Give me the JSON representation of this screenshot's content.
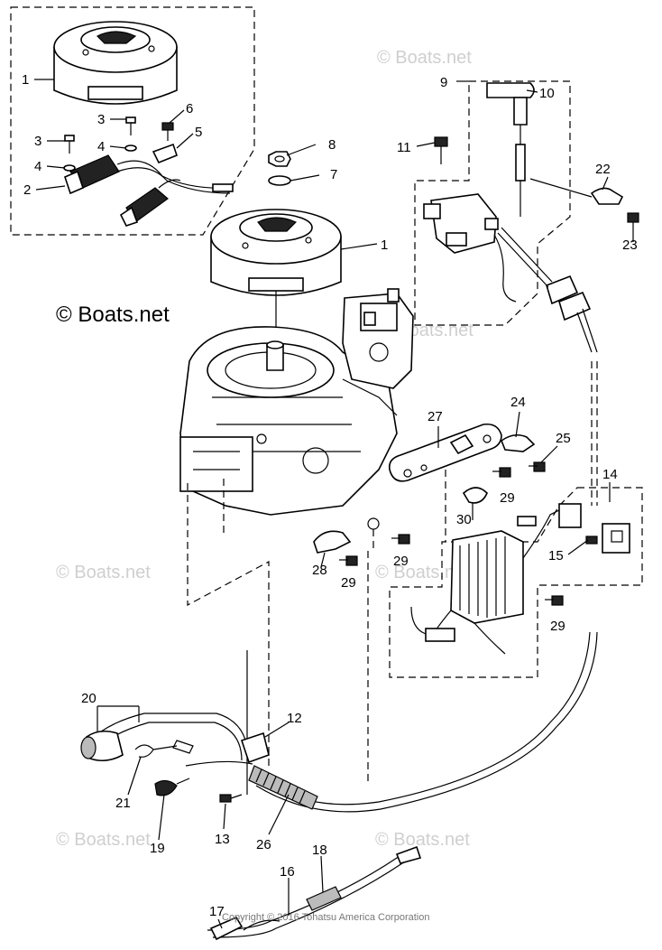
{
  "watermark": "© Boats.net",
  "caption": "© Boats.net",
  "footer": "Copyright © 2016 Tohatsu America Corporation",
  "labels": {
    "l1a": "1",
    "l1b": "1",
    "l2": "2",
    "l3a": "3",
    "l3b": "3",
    "l4a": "4",
    "l4b": "4",
    "l5": "5",
    "l6": "6",
    "l7": "7",
    "l8": "8",
    "l9": "9",
    "l10": "10",
    "l11": "11",
    "l12": "12",
    "l13": "13",
    "l14": "14",
    "l15": "15",
    "l16": "16",
    "l17": "17",
    "l18": "18",
    "l19": "19",
    "l20": "20",
    "l21": "21",
    "l22": "22",
    "l23": "23",
    "l24": "24",
    "l25": "25",
    "l26": "26",
    "l27": "27",
    "l28": "28",
    "l29a": "29",
    "l29b": "29",
    "l29c": "29",
    "l29d": "29",
    "l30": "30"
  }
}
